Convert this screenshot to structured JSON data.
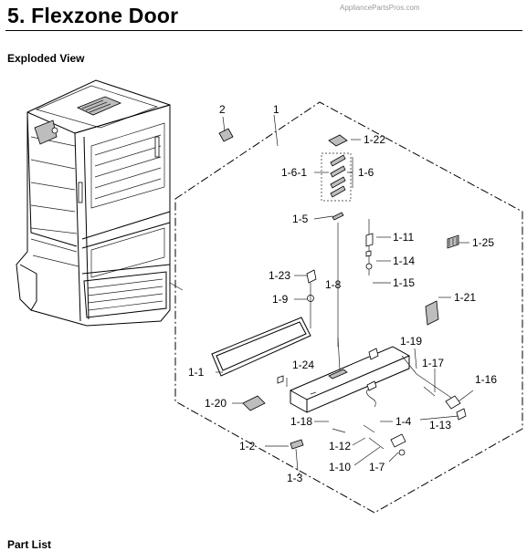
{
  "header": {
    "title": "5.  Flexzone Door",
    "watermark": "AppliancePartsPros.com"
  },
  "section": {
    "subtitle": "Exploded View",
    "footer_partial": "Part List"
  },
  "callouts": {
    "c2": "2",
    "c1": "1",
    "c1_22": "1-22",
    "c1_6_1": "1-6-1",
    "c1_6": "1-6",
    "c1_5": "1-5",
    "c1_11": "1-11",
    "c1_25": "1-25",
    "c1_14": "1-14",
    "c1_15": "1-15",
    "c1_23": "1-23",
    "c1_8": "1-8",
    "c1_9": "1-9",
    "c1_21": "1-21",
    "c1_19": "1-19",
    "c1_17": "1-17",
    "c1_16": "1-16",
    "c1_1": "1-1",
    "c1_24": "1-24",
    "c1_20": "1-20",
    "c1_18": "1-18",
    "c1_4": "1-4",
    "c1_13": "1-13",
    "c1_2": "1-2",
    "c1_12": "1-12",
    "c1_10": "1-10",
    "c1_7": "1-7",
    "c1_3": "1-3"
  }
}
